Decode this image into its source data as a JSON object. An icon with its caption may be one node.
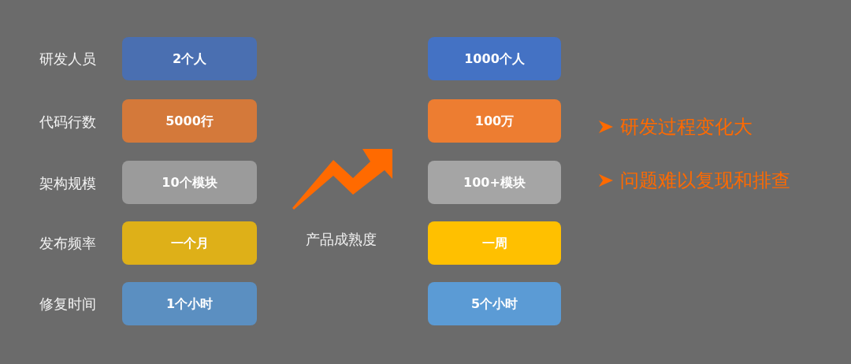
{
  "diagram": {
    "nodes": [
      {
        "text": [
          "2个人"
        ]
      },
      {
        "text": [
          "5000行"
        ]
      },
      {
        "text": [
          "10个模块"
        ]
      },
      {
        "text": [
          "一个月"
        ]
      },
      {
        "text": [
          "1个小时"
        ]
      },
      {
        "text": [
          "1000个人"
        ]
      },
      {
        "text": [
          "100万"
        ]
      },
      {
        "text": [
          "100+模块"
        ]
      },
      {
        "text": [
          "一周"
        ]
      },
      {
        "text": [
          "5个小时"
        ]
      }
    ],
    "labels": [
      "研发人员",
      "代码行数",
      "架构规模",
      "发布频率",
      "修复时间",
      "产品成熟度",
      "研发过程变化大",
      "问题难以复现和排查"
    ]
  }
}
